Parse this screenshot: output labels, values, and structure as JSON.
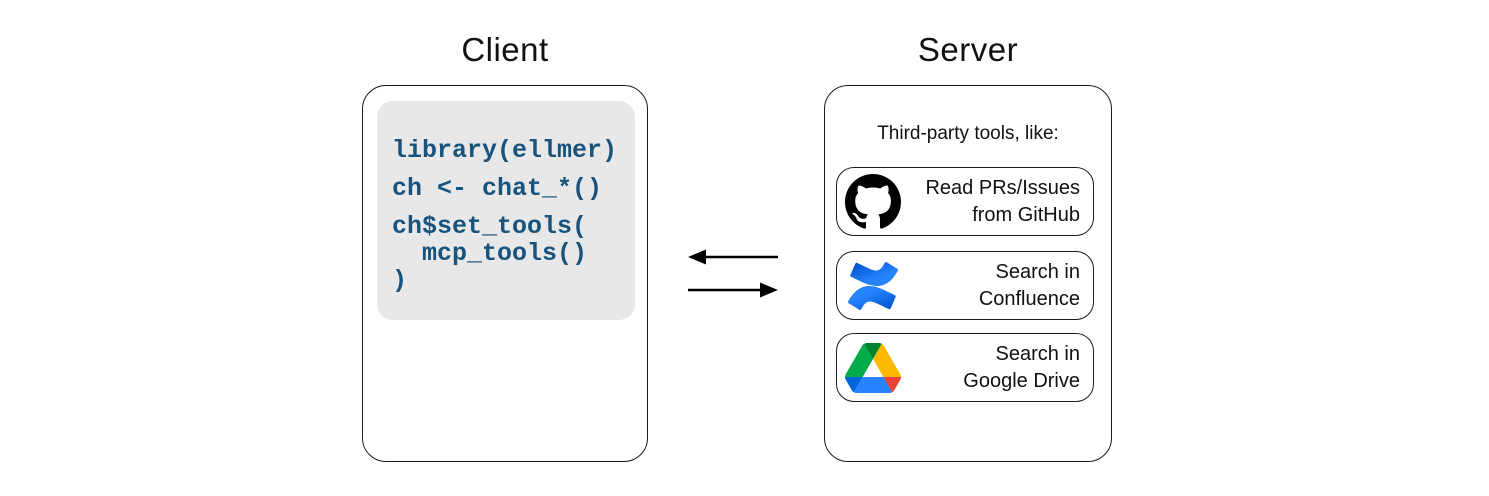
{
  "diagram": {
    "client": {
      "title": "Client",
      "code": [
        "library(ellmer)",
        "ch <- chat_*()",
        "ch$set_tools(",
        "  mcp_tools()",
        ")"
      ]
    },
    "arrows": {
      "server_to_client": "left-arrow",
      "client_to_server": "right-arrow"
    },
    "server": {
      "title": "Server",
      "subtitle": "Third-party tools, like:",
      "tools": [
        {
          "icon": "github-icon",
          "line1": "Read PRs/Issues",
          "line2": "from GitHub"
        },
        {
          "icon": "confluence-icon",
          "line1": "Search in",
          "line2": "Confluence"
        },
        {
          "icon": "google-drive-icon",
          "line1": "Search in",
          "line2": "Google Drive"
        }
      ]
    },
    "colors": {
      "code_text": "#17537D",
      "code_background": "#E8E8E8",
      "box_border": "#1D1D1D",
      "arrow": "#000000",
      "github_black": "#000000",
      "confluence_blue_dark": "#0052CC",
      "confluence_blue_light": "#2684FF",
      "drive_cobalt": "#0066DA",
      "drive_green": "#00AC47",
      "drive_dark_green": "#00832D",
      "drive_blue": "#2684FC",
      "drive_yellow": "#FFBA00",
      "drive_red": "#EA4335"
    }
  }
}
